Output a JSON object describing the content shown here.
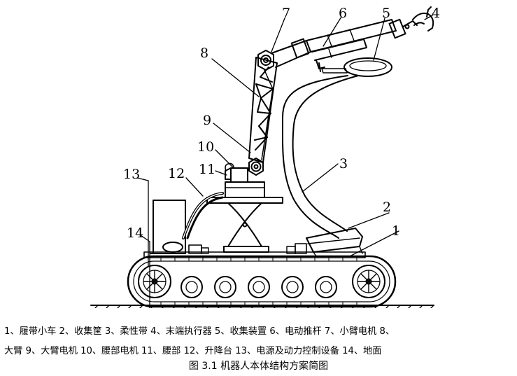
{
  "callouts": {
    "c1": "1",
    "c2": "2",
    "c3": "3",
    "c4": "4",
    "c5": "5",
    "c6": "6",
    "c7": "7",
    "c8": "8",
    "c9": "9",
    "c10": "10",
    "c11": "11",
    "c12": "12",
    "c13": "13",
    "c14": "14"
  },
  "legend": {
    "line1": "1、履带小车 2、收集筐 3、柔性带 4、末端执行器 5、收集装置 6、电动推杆 7、小臂电机 8、",
    "line2": "大臂 9、大臂电机 10、腰部电机 11、腰部 12、升降台 13、电源及动力控制设备 14、地面"
  },
  "caption": "图 3.1 机器人本体结构方案简图"
}
